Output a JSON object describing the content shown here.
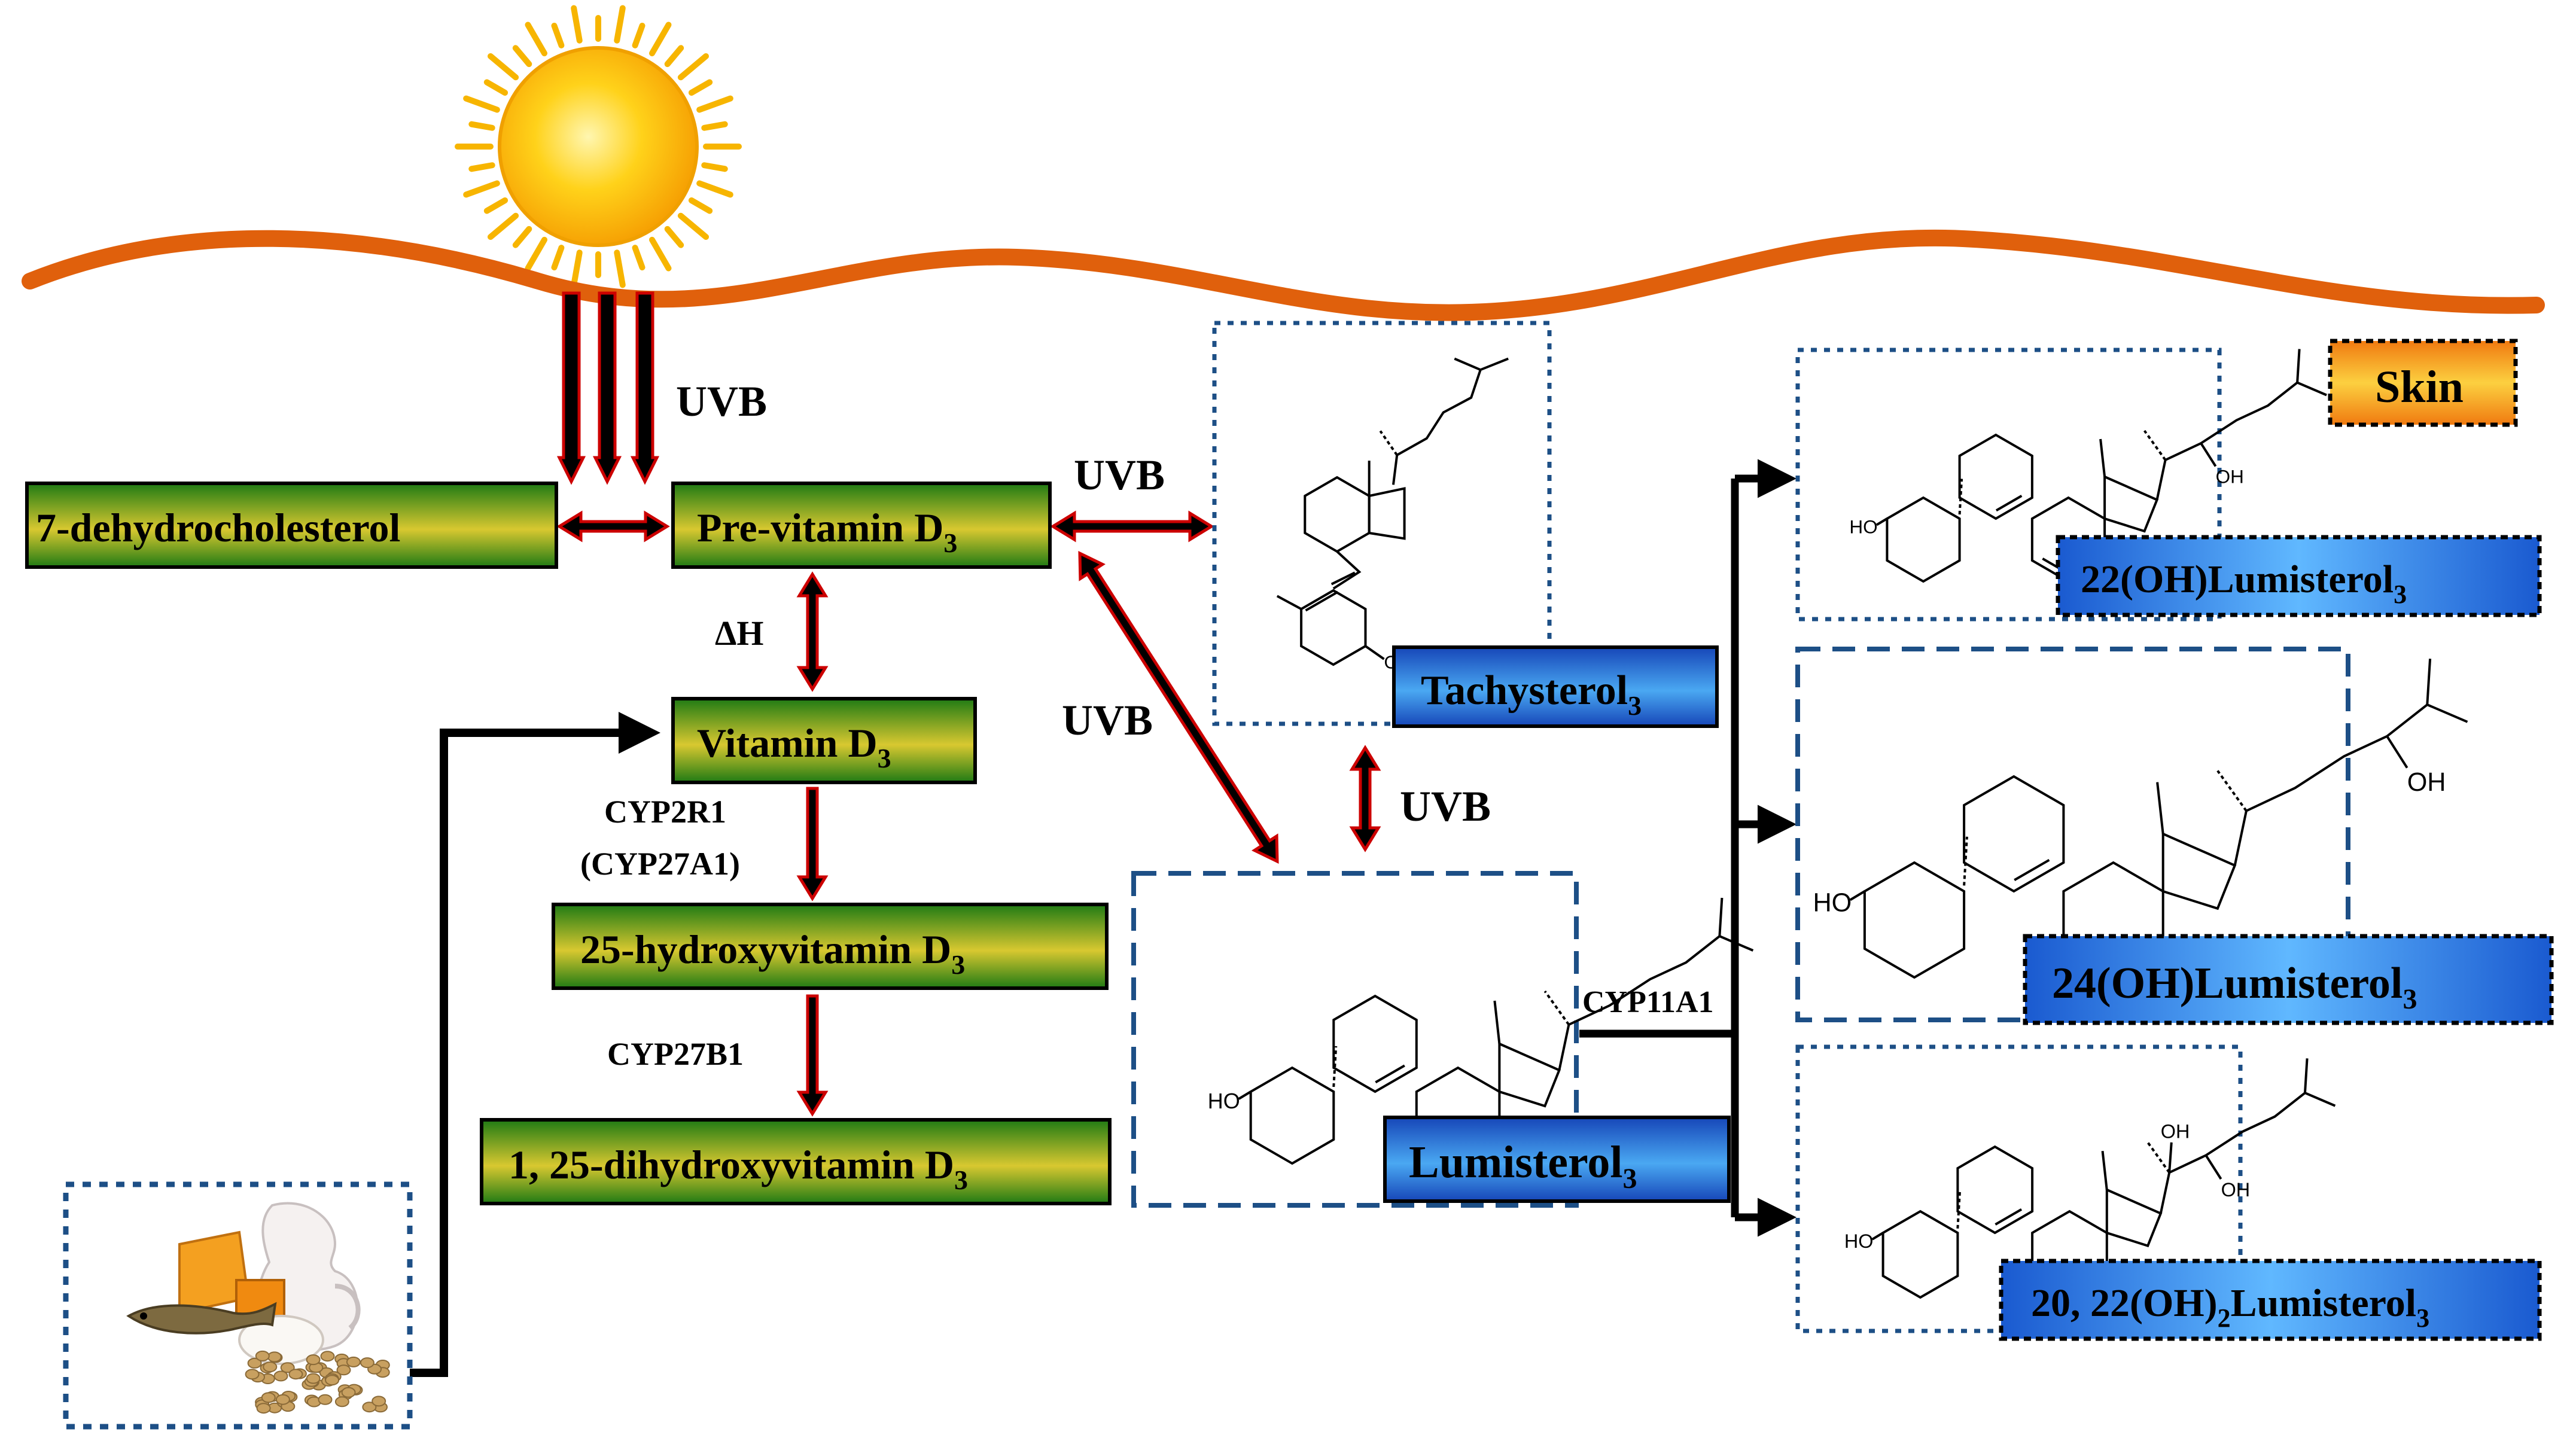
{
  "labels": {
    "uvb": "UVB",
    "delta_h": "ΔH",
    "skin": "Skin",
    "cyp2r1": "CYP2R1",
    "cyp27a1": "(CYP27A1)",
    "cyp27b1": "CYP27B1",
    "cyp11a1": "CYP11A1"
  },
  "compounds": {
    "dehydrocholesterol": "7-dehydrocholesterol",
    "previtamin": {
      "main": "Pre-vitamin D",
      "sub": "3"
    },
    "vitamin": {
      "main": "Vitamin D",
      "sub": "3"
    },
    "hydroxyvitamin": {
      "main": "25-hydroxyvitamin D",
      "sub": "3"
    },
    "dihydroxyvitamin": {
      "main": "1, 25-dihydroxyvitamin D",
      "sub": "3"
    },
    "tachysterol": {
      "main": "Tachysterol",
      "sub": "3"
    },
    "lumisterol": {
      "main": "Lumisterol",
      "sub": "3"
    },
    "lumi22": {
      "main": "22(OH)Lumisterol",
      "sub": "3"
    },
    "lumi24": {
      "main": "24(OH)Lumisterol",
      "sub": "3"
    },
    "lumi2022": {
      "pre": "20, 22(OH)",
      "sub1": "2",
      "main": "Lumisterol",
      "sub": "3"
    }
  },
  "structure_labels": {
    "oh": "OH",
    "ho": "HO"
  },
  "colors": {
    "skin_line": "#e0600c",
    "green_dark": "#1a6e12",
    "green_light": "#d8c830",
    "blue_dark": "#1646b8",
    "blue_light": "#48a8f0",
    "orange_dark": "#f07a10",
    "orange_light": "#fcd040",
    "arrow_red": "#cc0000",
    "dotted_border": "#1d4f86"
  }
}
